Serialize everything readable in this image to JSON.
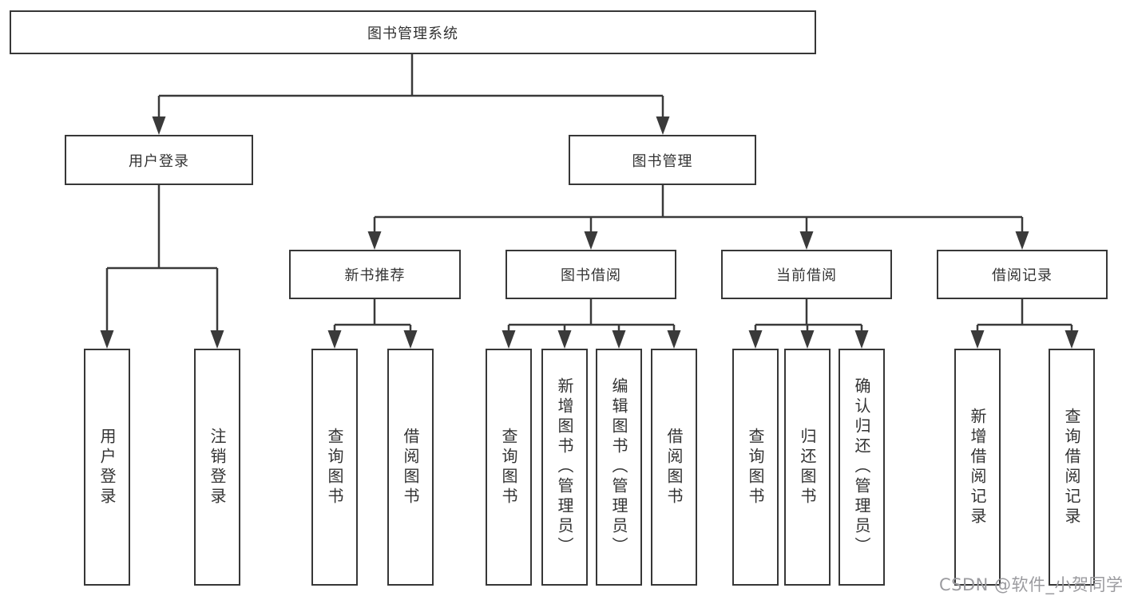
{
  "tree": {
    "root": "图书管理系统",
    "children": [
      {
        "label": "用户登录",
        "children": [
          "用户登录",
          "注销登录"
        ]
      },
      {
        "label": "图书管理",
        "children": [
          {
            "label": "新书推荐",
            "children": [
              "查询图书",
              "借阅图书"
            ]
          },
          {
            "label": "图书借阅",
            "children": [
              "查询图书",
              "新增图书（管理员）",
              "编辑图书（管理员）",
              "借阅图书"
            ]
          },
          {
            "label": "当前借阅",
            "children": [
              "查询图书",
              "归还图书",
              "确认归还（管理员）"
            ]
          },
          {
            "label": "借阅记录",
            "children": [
              "新增借阅记录",
              "查询借阅记录"
            ]
          }
        ]
      }
    ]
  },
  "watermark": {
    "text": "CSDN @软件_小贺同学"
  },
  "colors": {
    "line": "#3a3a3a",
    "text": "#333333",
    "box_background": "#ffffff",
    "watermark": "#9b9b9f"
  }
}
